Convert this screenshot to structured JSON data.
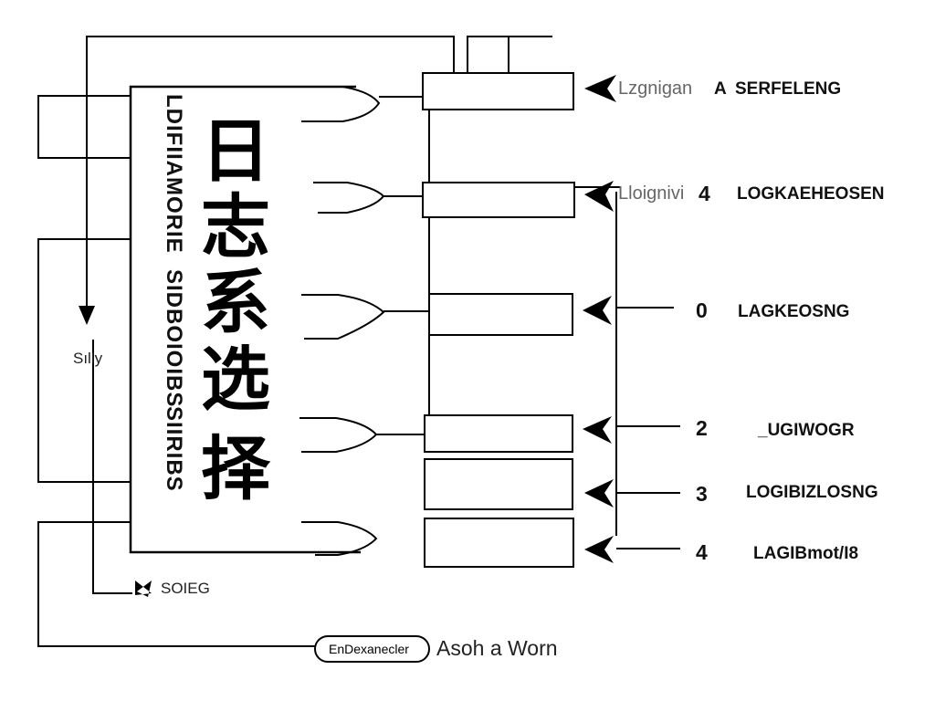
{
  "title_cjk": [
    "日",
    "志",
    "系",
    "选",
    "择"
  ],
  "side_lines": [
    "LDIFIIAMORIE",
    "SIDBOIOIBS",
    "SIIRIBS"
  ],
  "left_marker": "Sılly",
  "bottom_marker": "SOIEG",
  "bottom_pill": "EnDexanecler",
  "bottom_text": "Asoh a Worn",
  "rows": [
    {
      "prefix": "Lzgnigan",
      "number": "A",
      "label": "SERFELENG"
    },
    {
      "prefix": "Lloignivi",
      "number": "4",
      "label": "LOGKAEHEOSEN"
    },
    {
      "prefix": "",
      "number": "0",
      "label": "LAGKEOSNG"
    },
    {
      "prefix": "",
      "number": "2",
      "label": "_UGIWOGR"
    },
    {
      "prefix": "",
      "number": "3",
      "label": "LOGIBIZLOSNG"
    },
    {
      "prefix": "",
      "number": "4",
      "label": "LAGIBmot/I8"
    }
  ]
}
